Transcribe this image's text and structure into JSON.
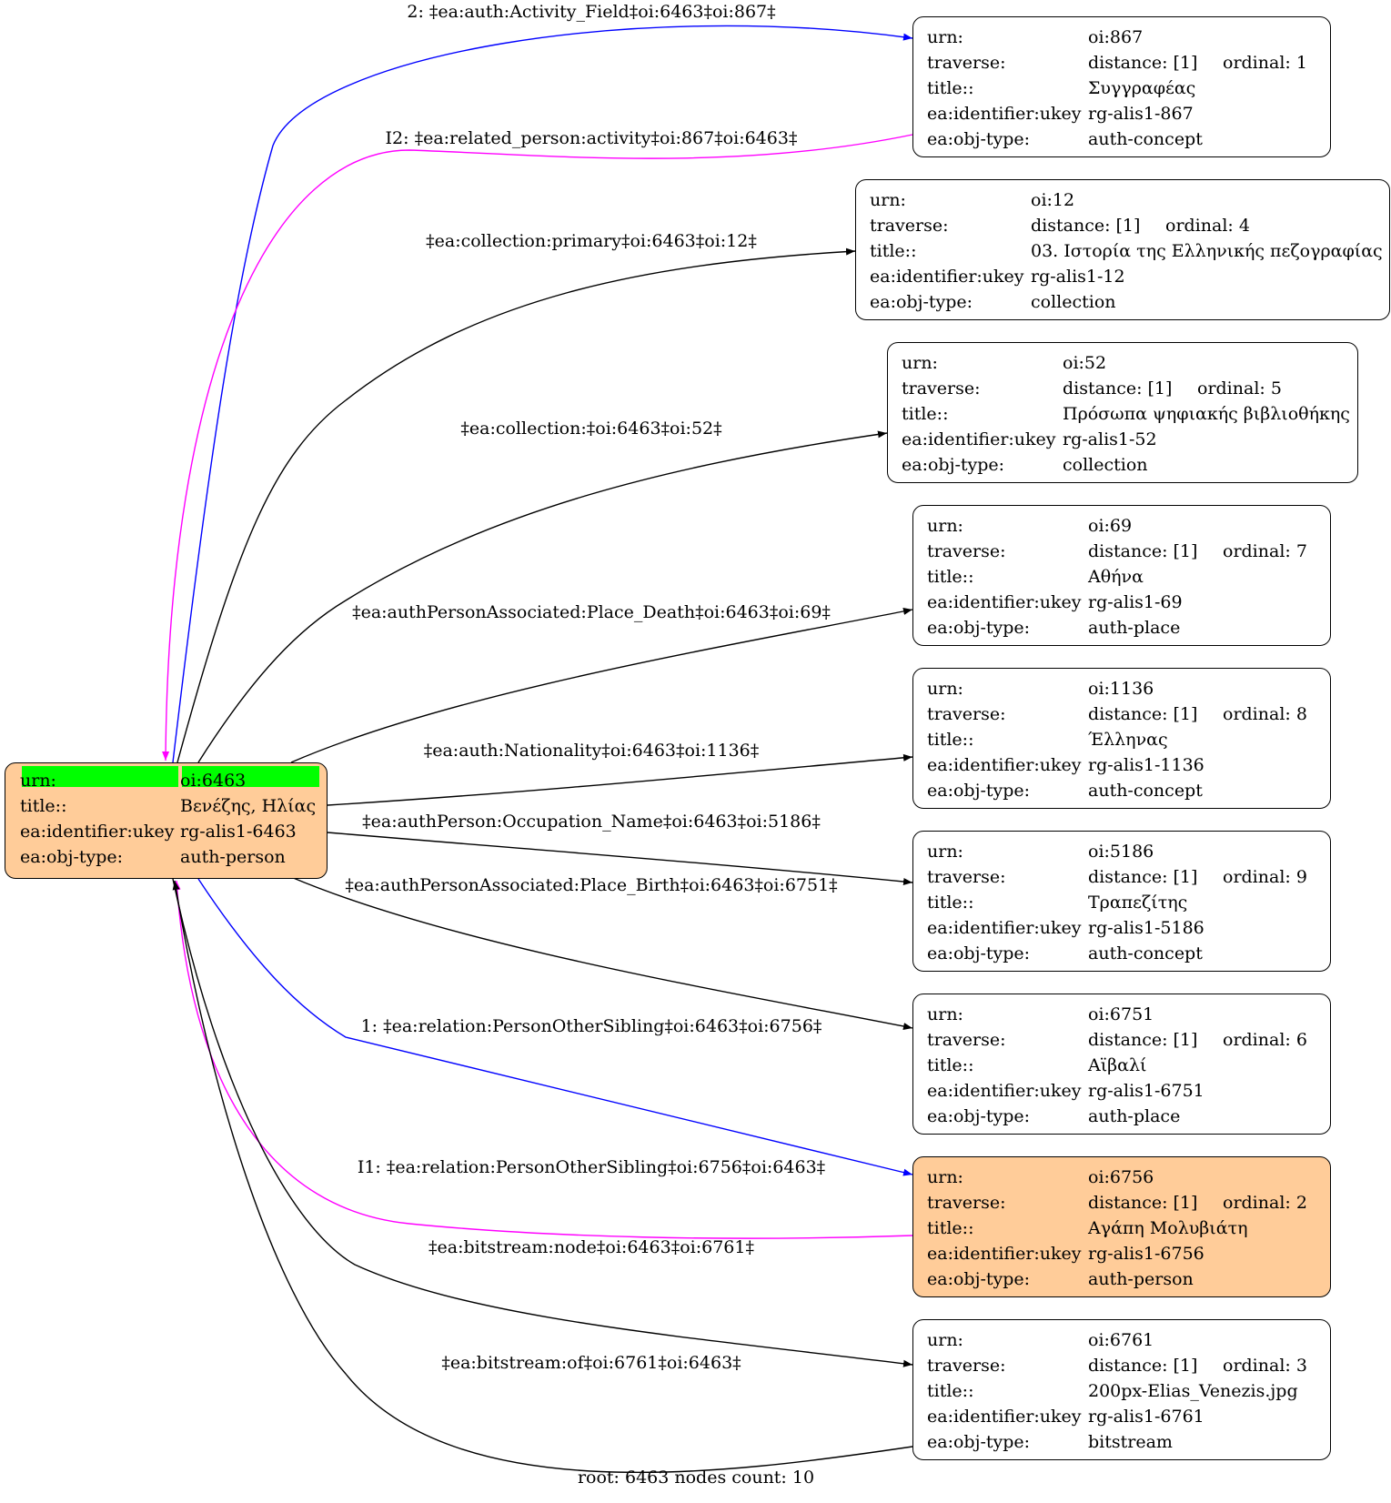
{
  "root": {
    "rows": [
      {
        "k": "urn:",
        "v": "oi:6463"
      },
      {
        "k": "title::",
        "v": "Βενέζης, Ηλίας"
      },
      {
        "k": "ea:identifier:ukey",
        "v": "rg-alis1-6463"
      },
      {
        "k": "ea:obj-type:",
        "v": "auth-person"
      }
    ],
    "highlight_color": "#00ff00",
    "fill_color": "#ffcc99"
  },
  "labels": {
    "urn": "urn:",
    "traverse": "traverse:",
    "title": "title::",
    "ukey": "ea:identifier:ukey",
    "objtype": "ea:obj-type:"
  },
  "nodes": [
    {
      "urn": "oi:867",
      "distance": "distance: [1]",
      "ordinal": "ordinal: 1",
      "title": "Συγγραφέας",
      "ukey": "rg-alis1-867",
      "objtype": "auth-concept"
    },
    {
      "urn": "oi:12",
      "distance": "distance: [1]",
      "ordinal": "ordinal: 4",
      "title": "03. Ιστορία της Ελληνικής πεζογραφίας",
      "ukey": "rg-alis1-12",
      "objtype": "collection"
    },
    {
      "urn": "oi:52",
      "distance": "distance: [1]",
      "ordinal": "ordinal: 5",
      "title": "Πρόσωπα ψηφιακής βιβλιοθήκης",
      "ukey": "rg-alis1-52",
      "objtype": "collection"
    },
    {
      "urn": "oi:69",
      "distance": "distance: [1]",
      "ordinal": "ordinal: 7",
      "title": "Αθήνα",
      "ukey": "rg-alis1-69",
      "objtype": "auth-place"
    },
    {
      "urn": "oi:1136",
      "distance": "distance: [1]",
      "ordinal": "ordinal: 8",
      "title": "Έλληνας",
      "ukey": "rg-alis1-1136",
      "objtype": "auth-concept"
    },
    {
      "urn": "oi:5186",
      "distance": "distance: [1]",
      "ordinal": "ordinal: 9",
      "title": "Τραπεζίτης",
      "ukey": "rg-alis1-5186",
      "objtype": "auth-concept"
    },
    {
      "urn": "oi:6751",
      "distance": "distance: [1]",
      "ordinal": "ordinal: 6",
      "title": "Αϊβαλί",
      "ukey": "rg-alis1-6751",
      "objtype": "auth-place"
    },
    {
      "urn": "oi:6756",
      "distance": "distance: [1]",
      "ordinal": "ordinal: 2",
      "title": "Αγάπη Μολυβιάτη",
      "ukey": "rg-alis1-6756",
      "objtype": "auth-person"
    },
    {
      "urn": "oi:6761",
      "distance": "distance: [1]",
      "ordinal": "ordinal: 3",
      "title": "200px-Elias_Venezis.jpg",
      "ukey": "rg-alis1-6761",
      "objtype": "bitstream"
    }
  ],
  "edges": [
    {
      "label": "2: ‡ea:auth:Activity_Field‡oi:6463‡oi:867‡",
      "color": "#0000ff"
    },
    {
      "label": "I2: ‡ea:related_person:activity‡oi:867‡oi:6463‡",
      "color": "#ff00ff"
    },
    {
      "label": "‡ea:collection:primary‡oi:6463‡oi:12‡",
      "color": "#000000"
    },
    {
      "label": "‡ea:collection:‡oi:6463‡oi:52‡",
      "color": "#000000"
    },
    {
      "label": "‡ea:authPersonAssociated:Place_Death‡oi:6463‡oi:69‡",
      "color": "#000000"
    },
    {
      "label": "‡ea:auth:Nationality‡oi:6463‡oi:1136‡",
      "color": "#000000"
    },
    {
      "label": "‡ea:authPerson:Occupation_Name‡oi:6463‡oi:5186‡",
      "color": "#000000"
    },
    {
      "label": "‡ea:authPersonAssociated:Place_Birth‡oi:6463‡oi:6751‡",
      "color": "#000000"
    },
    {
      "label": "1: ‡ea:relation:PersonOtherSibling‡oi:6463‡oi:6756‡",
      "color": "#0000ff"
    },
    {
      "label": "I1: ‡ea:relation:PersonOtherSibling‡oi:6756‡oi:6463‡",
      "color": "#ff00ff"
    },
    {
      "label": "‡ea:bitstream:node‡oi:6463‡oi:6761‡",
      "color": "#000000"
    },
    {
      "label": "‡ea:bitstream:of‡oi:6761‡oi:6463‡",
      "color": "#000000"
    }
  ],
  "footer": "root: 6463 nodes count: 10"
}
